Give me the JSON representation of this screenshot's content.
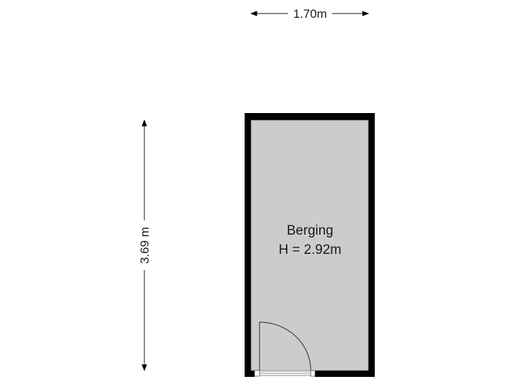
{
  "floorplan": {
    "room": {
      "name": "Berging",
      "height_label": "H = 2.92m",
      "fill_color": "#cccccc",
      "wall_color": "#000000"
    },
    "dimensions": {
      "width_label": "1.70m",
      "length_label": "3.69 m"
    },
    "door": {
      "position": "bottom-left",
      "swing": "inward"
    }
  }
}
